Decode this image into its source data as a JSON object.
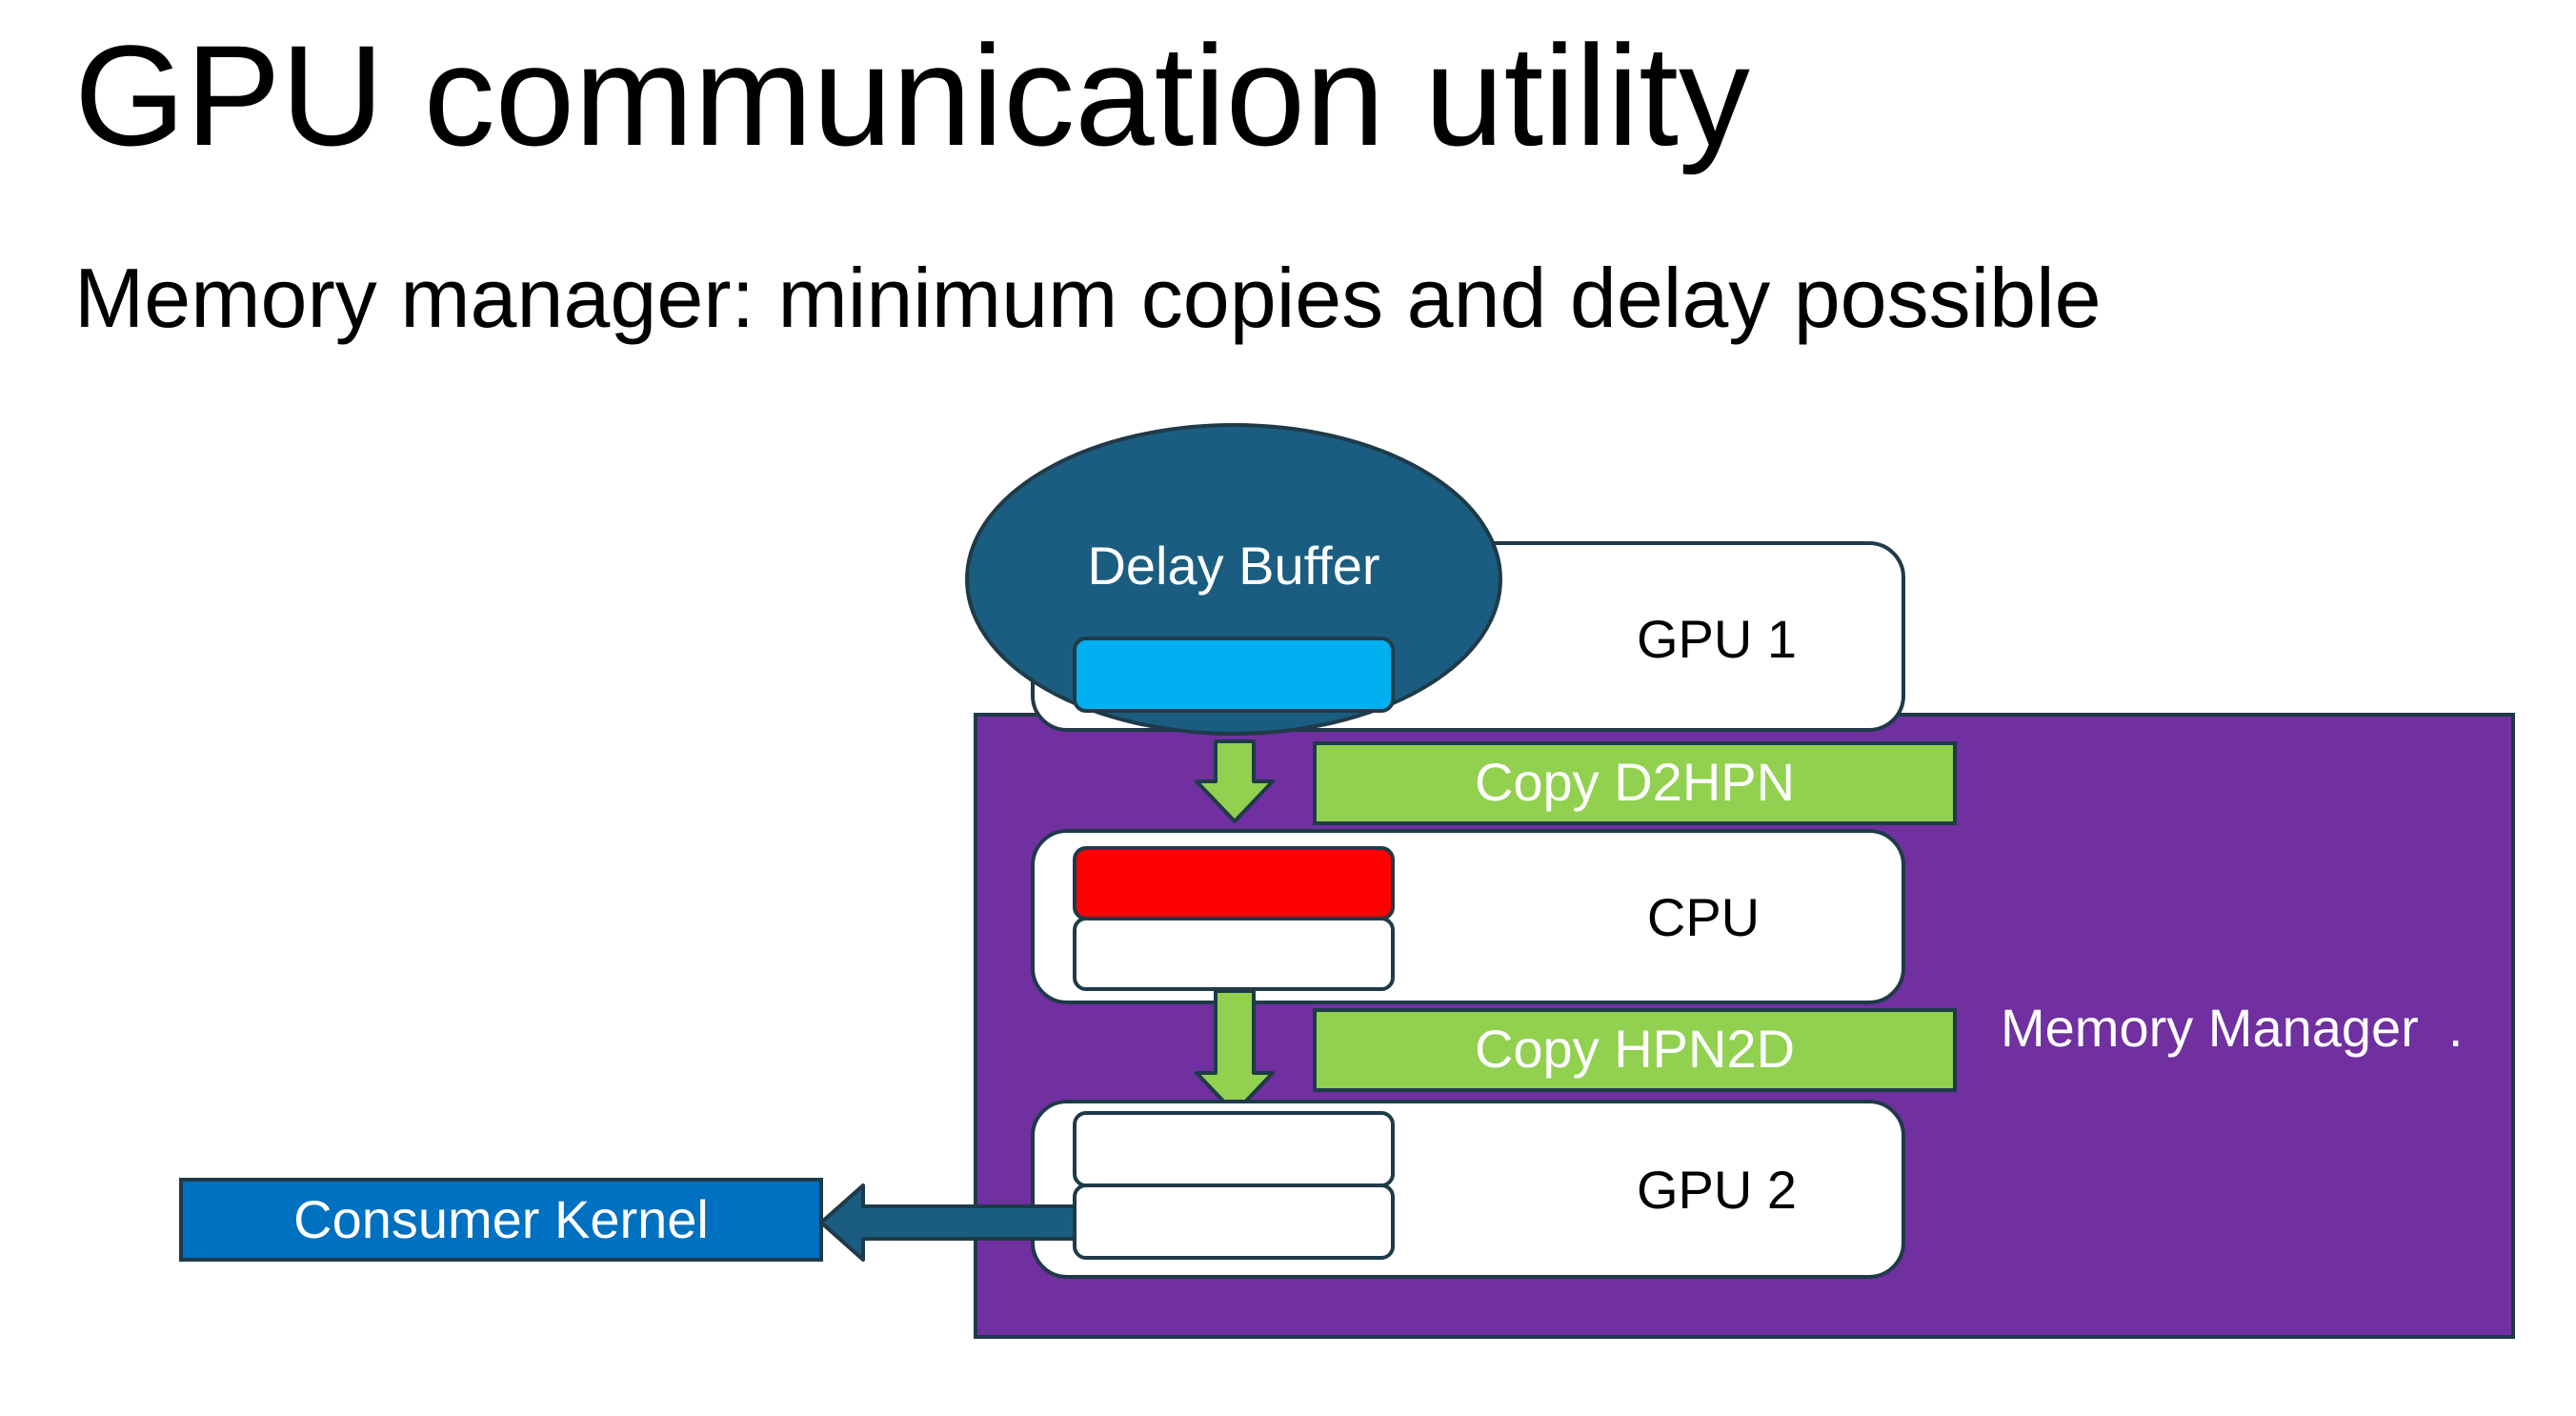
{
  "slide": {
    "title": "GPU communication utility",
    "subtitle": "Memory manager: minimum copies and delay possible"
  },
  "diagram": {
    "delay_buffer_label": "Delay Buffer",
    "gpu1_label": "GPU 1",
    "cpu_label": "CPU",
    "gpu2_label": "GPU 2",
    "copy_d2hpn_label": "Copy D2HPN",
    "copy_hpn2d_label": "Copy HPN2D",
    "memory_manager_label": "Memory Manager  .",
    "consumer_kernel_label": "Consumer Kernel"
  },
  "colors": {
    "memory_manager": "#7030A0",
    "delay_buffer": "#1A5D80",
    "buffer_blue": "#00B0F0",
    "buffer_red": "#FF0000",
    "copy_label_bg": "#92D050",
    "consumer_kernel": "#0070C0",
    "outline": "#1F3A48"
  }
}
